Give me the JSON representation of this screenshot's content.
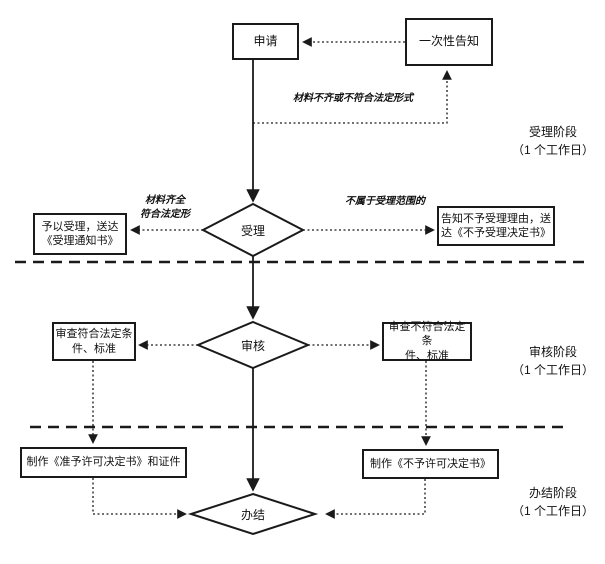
{
  "flowchart": {
    "nodes": {
      "apply": {
        "label": "申请"
      },
      "one_time_notice": {
        "label": "一次性告知"
      },
      "accept": {
        "label": "受理"
      },
      "accept_grant": {
        "line1": "予以受理，送达",
        "line2": "《受理通知书》"
      },
      "accept_reject": {
        "line1": "告知不予受理理由，送",
        "line2": "达《不予受理决定书》"
      },
      "review": {
        "label": "审核"
      },
      "review_pass": {
        "line1": "审查符合法定条",
        "line2": "件、标准"
      },
      "review_fail": {
        "line1": "审查不符合法定条",
        "line2": "件、标准"
      },
      "make_permit": {
        "label": "制作《准予许可决定书》和证件"
      },
      "make_rejection": {
        "label": "制作《不予许可决定书》"
      },
      "complete": {
        "label": "办结"
      }
    },
    "edge_labels": {
      "materials_incomplete": "材料不齐或不符合法定形式",
      "materials_complete_line1": "材料齐全",
      "materials_complete_line2": "符合法定形",
      "not_in_scope": "不属于受理范围的"
    },
    "stages": [
      {
        "name": "受理阶段",
        "duration": "（1 个工作日）"
      },
      {
        "name": "审核阶段",
        "duration": "（1 个工作日）"
      },
      {
        "name": "办结阶段",
        "duration": "（1 个工作日）"
      }
    ],
    "colors": {
      "line": "#1a1a1a",
      "background": "#ffffff"
    }
  }
}
